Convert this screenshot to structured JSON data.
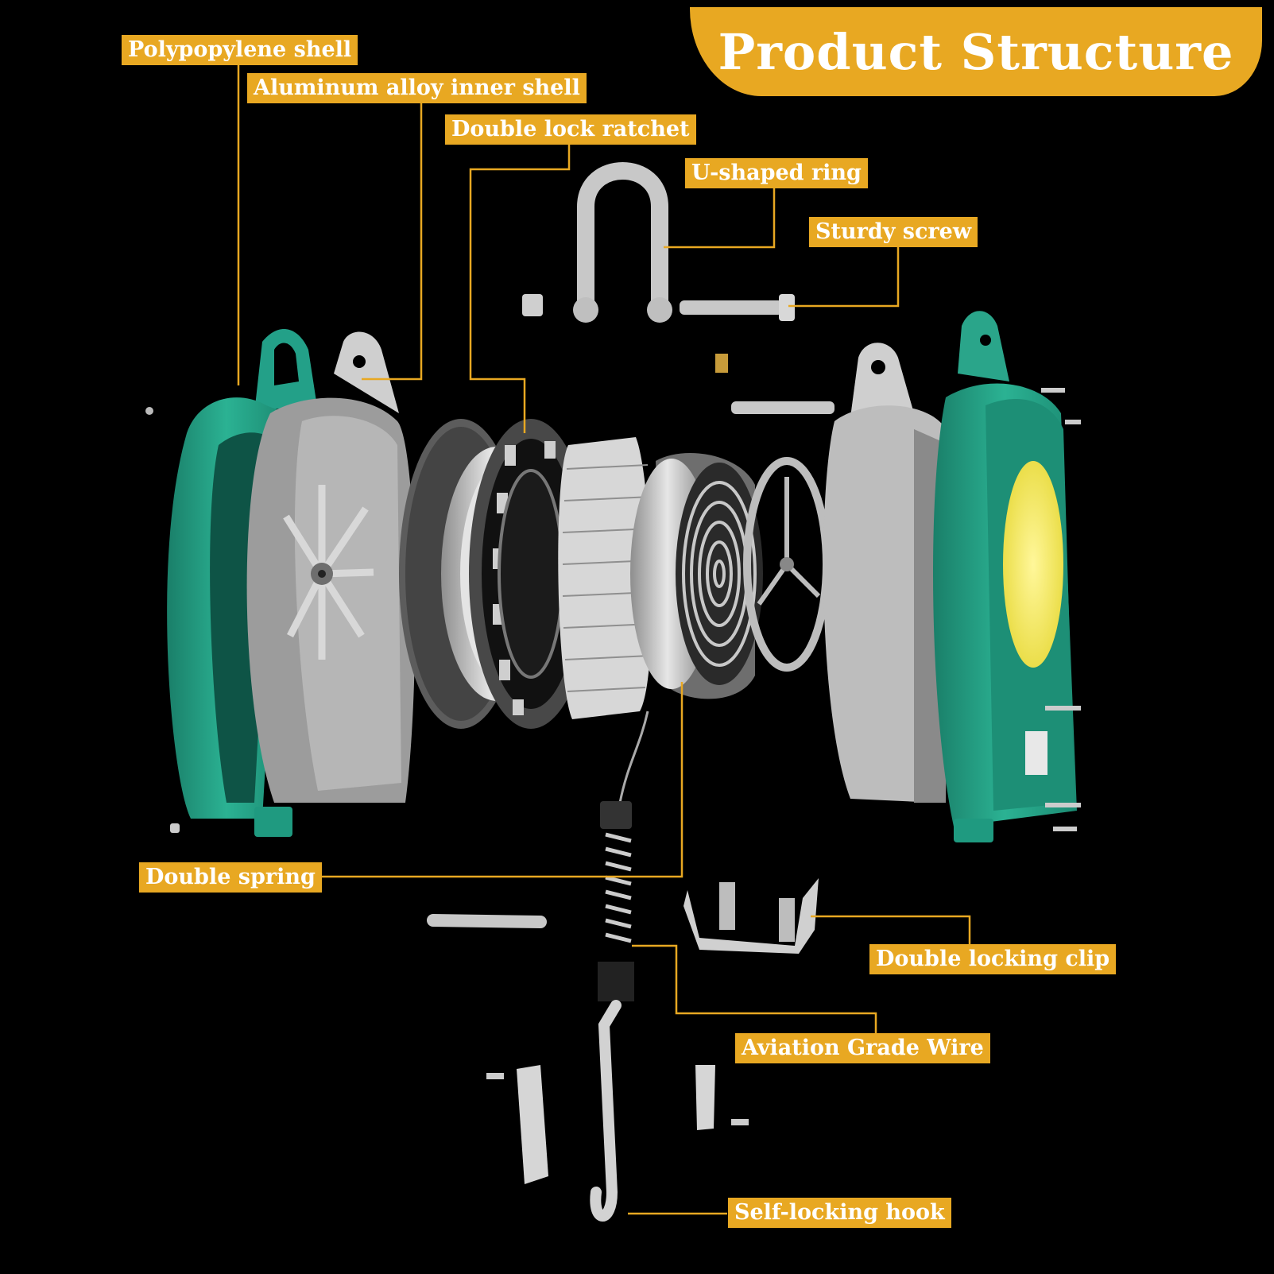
{
  "colors": {
    "background": "#000000",
    "accent": "#e8a822",
    "shell_green": "#21a086",
    "aluminum": "#c9c9c9",
    "window_yellow": "#f4e646"
  },
  "header": {
    "title": "Product Structure"
  },
  "labels": {
    "polypropylene_shell": "Polypopylene shell",
    "aluminum_inner_shell": "Aluminum alloy inner shell",
    "double_lock_ratchet": "Double lock ratchet",
    "u_shaped_ring": "U-shaped ring",
    "sturdy_screw": "Sturdy screw",
    "double_spring": "Double spring",
    "double_locking_clip": "Double locking clip",
    "aviation_grade_wire": "Aviation Grade Wire",
    "self_locking_hook": "Self-locking hook"
  }
}
